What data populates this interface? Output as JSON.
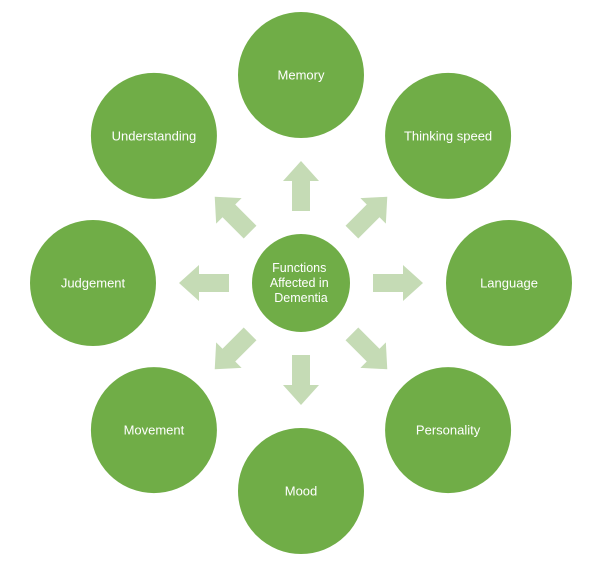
{
  "center": {
    "label_lines": [
      "Functions",
      "Affected in",
      "Dementia"
    ]
  },
  "nodes": [
    {
      "id": "memory",
      "label": "Memory"
    },
    {
      "id": "thinking-speed",
      "label": "Thinking speed"
    },
    {
      "id": "language",
      "label": "Language"
    },
    {
      "id": "personality",
      "label": "Personality"
    },
    {
      "id": "mood",
      "label": "Mood"
    },
    {
      "id": "movement",
      "label": "Movement"
    },
    {
      "id": "judgement",
      "label": "Judgement"
    },
    {
      "id": "understanding",
      "label": "Understanding"
    }
  ],
  "colors": {
    "node_fill": "#70ad47",
    "node_stroke": "#ffffff",
    "arrow_fill": "#c5dbb5"
  }
}
